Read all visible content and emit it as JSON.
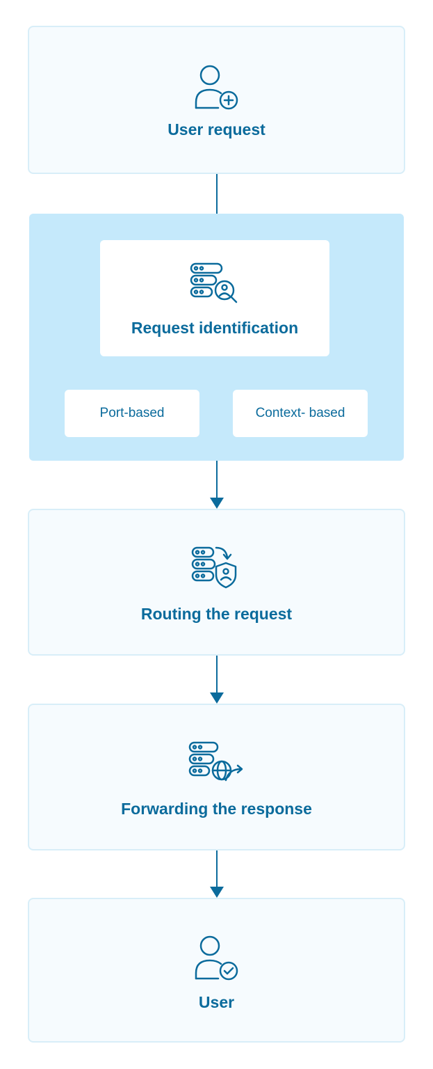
{
  "steps": {
    "user_request": {
      "label": "User request",
      "icon": "user-add-icon"
    },
    "request_identification": {
      "label": "Request identification",
      "icon": "server-search-user-icon",
      "branches": [
        {
          "label": "Port-based"
        },
        {
          "label": "Context- based"
        }
      ]
    },
    "routing": {
      "label": "Routing the request",
      "icon": "server-route-shield-icon"
    },
    "forwarding": {
      "label": "Forwarding the response",
      "icon": "server-globe-forward-icon"
    },
    "user": {
      "label": "User",
      "icon": "user-check-icon"
    }
  },
  "colors": {
    "accent": "#0b6b9c",
    "box_fill": "#f6fbfe",
    "box_border": "#d8eef8",
    "group_fill": "#c5e9fb"
  }
}
